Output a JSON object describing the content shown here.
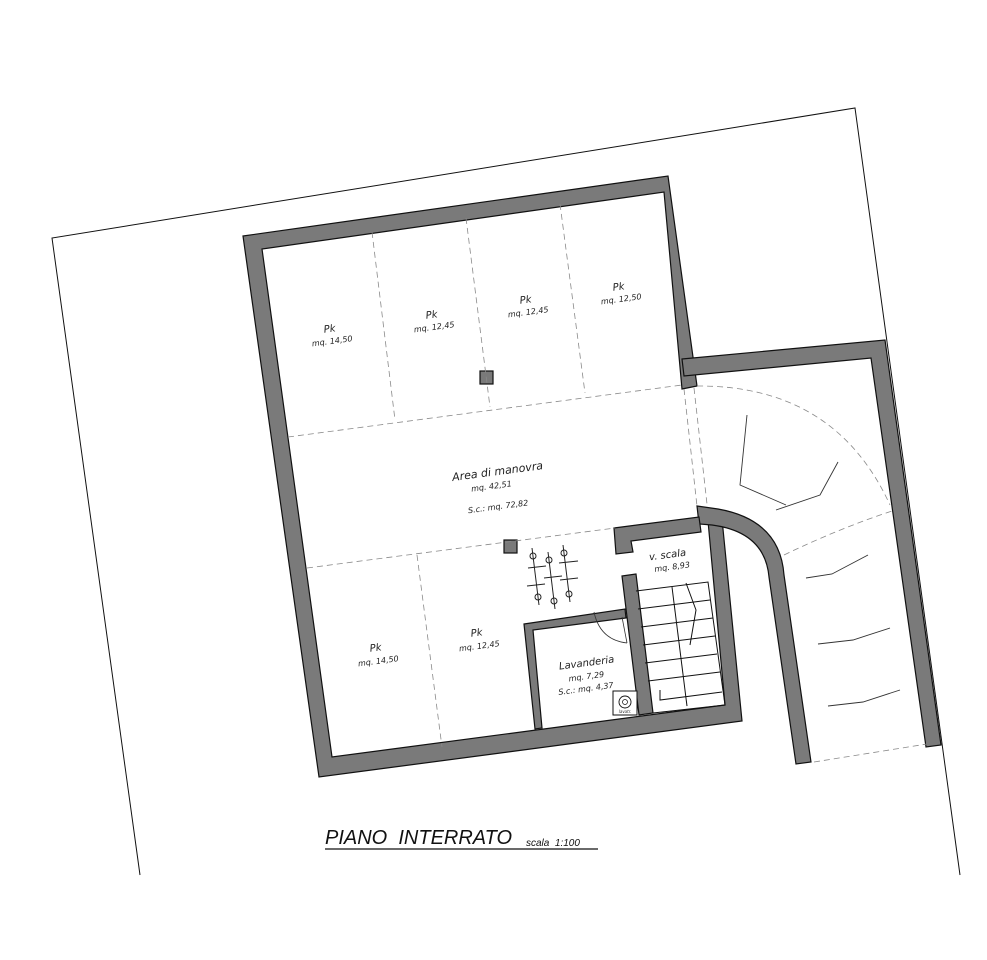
{
  "title": {
    "main": "PIANO  INTERRATO",
    "scale": "scala  1:100"
  },
  "rooms": {
    "pk1": {
      "name": "Pk",
      "area": "mq. 14,50"
    },
    "pk2": {
      "name": "Pk",
      "area": "mq. 12,45"
    },
    "pk3": {
      "name": "Pk",
      "area": "mq. 12,45"
    },
    "pk4": {
      "name": "Pk",
      "area": "mq. 12,50"
    },
    "manovra": {
      "name": "Area di manovra",
      "area": "mq. 42,51",
      "sc": "S.c.: mq. 72,82"
    },
    "pk5": {
      "name": "Pk",
      "area": "mq. 14,50"
    },
    "pk6": {
      "name": "Pk",
      "area": "mq. 12,45"
    },
    "vscala": {
      "name": "v. scala",
      "area": "mq. 8,93"
    },
    "lavanderia": {
      "name": "Lavanderia",
      "area": "mq. 7,29",
      "sc": "S.c.: mq. 4,37"
    }
  },
  "fixtures": {
    "washer_label": "lavatr."
  },
  "colors": {
    "wall": "#7a7a7a",
    "line": "#111111",
    "dash": "#8a8a8a"
  }
}
